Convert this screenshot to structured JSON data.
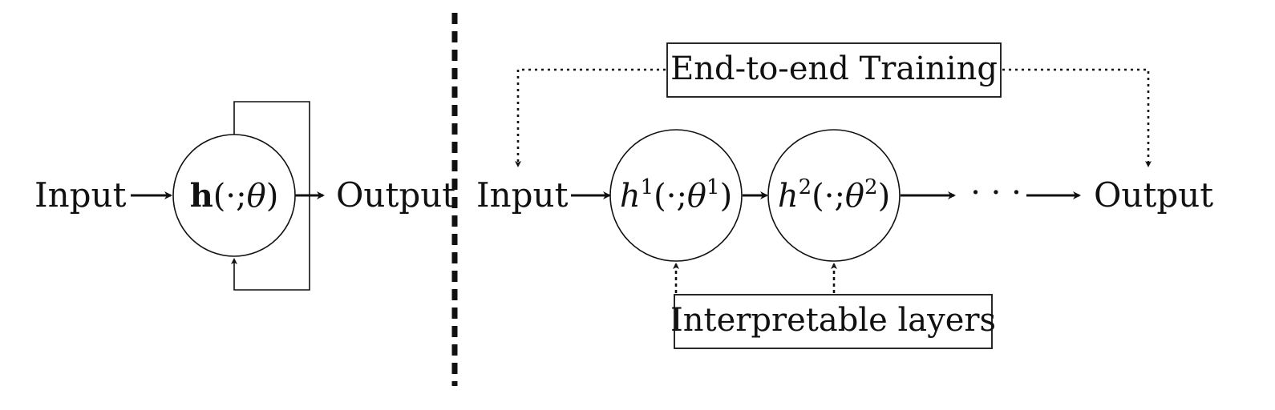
{
  "left": {
    "input_label": "Input",
    "output_label": "Output",
    "node": {
      "func": "h",
      "args": "(·;",
      "param": "θ",
      "close": ")"
    }
  },
  "right": {
    "input_label": "Input",
    "output_label": "Output",
    "node1": {
      "func": "h",
      "sup": "1",
      "args": "(·;",
      "param": "θ",
      "param_sup": "1",
      "close": ")"
    },
    "node2": {
      "func": "h",
      "sup": "2",
      "args": "(·;",
      "param": "θ",
      "param_sup": "2",
      "close": ")"
    },
    "ellipsis": "· · ·",
    "top_box_label": "End-to-end Training",
    "bottom_box_label": "Interpretable layers"
  }
}
